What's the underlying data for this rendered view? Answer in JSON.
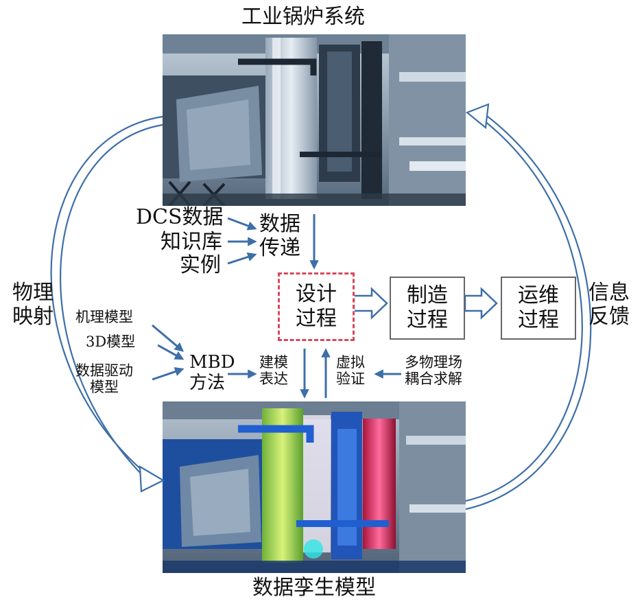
{
  "title_top": "工业锅炉系统",
  "title_bottom": "数据孪生模型",
  "left_loop": "物理\n映射",
  "right_loop": "信息\n反馈",
  "inputs": [
    "DCS数据",
    "知识库",
    "实例"
  ],
  "data_transfer": "数据\n传递",
  "processes": {
    "design": "设计\n过程",
    "manufacture": "制造\n过程",
    "operation": "运维\n过程"
  },
  "models": [
    "机理模型",
    "3D模型",
    "数据驱动\n模型"
  ],
  "mbd_method": "MBD\n方法",
  "modeling_expression": "建模\n表达",
  "virtual_verification": "虚拟\n验证",
  "multiphysics": "多物理场\n耦合求解",
  "colors": {
    "arrow_blue": "#3d6fa8",
    "box_border": "#666666",
    "dashed_border": "#d8485e",
    "photo_steel": "#8ba1b7"
  }
}
